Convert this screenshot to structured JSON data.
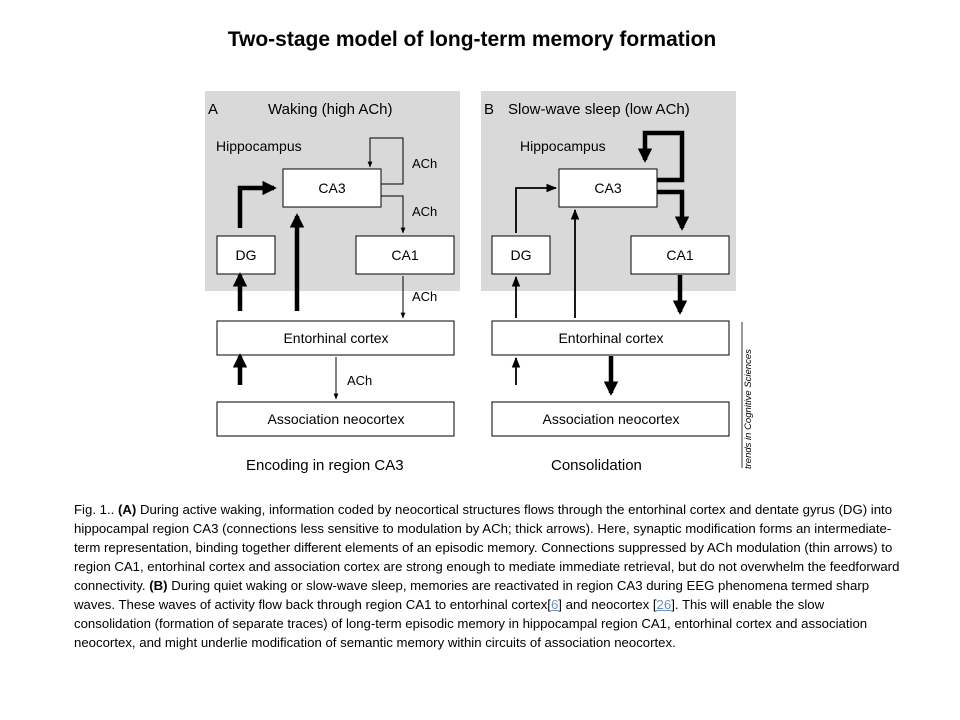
{
  "title": "Two-stage model of long-term memory formation",
  "figure": {
    "panelA": {
      "letter": "A",
      "heading": "Waking (high ACh)",
      "region": "Hippocampus",
      "ca3": "CA3",
      "dg": "DG",
      "ca1": "CA1",
      "ach1": "ACh",
      "ach2": "ACh",
      "ach3": "ACh",
      "ach4": "ACh",
      "entorhinal": "Entorhinal cortex",
      "association": "Association neocortex",
      "footer": "Encoding in region CA3"
    },
    "panelB": {
      "letter": "B",
      "heading": "Slow-wave sleep (low ACh)",
      "region": "Hippocampus",
      "ca3": "CA3",
      "dg": "DG",
      "ca1": "CA1",
      "entorhinal": "Entorhinal cortex",
      "association": "Association neocortex",
      "footer": "Consolidation"
    },
    "credit": "trends in Cognitive Sciences"
  },
  "caption": {
    "fig_label": "Fig. 1.",
    "sep": ". ",
    "a_label": "(A)",
    "a_text": " During active waking, information coded by neocortical structures flows through the entorhinal cortex and dentate gyrus (DG) into hippocampal region CA3 (connections less sensitive to modulation by ACh; thick arrows). Here, synaptic modification forms an intermediate-term representation, binding together different elements of an episodic memory. Connections suppressed by ACh modulation (thin arrows) to region CA1, entorhinal cortex and association cortex are strong enough to mediate immediate retrieval, but do not overwhelm the feedforward connectivity. ",
    "b_label": "(B)",
    "b_text1": " During quiet waking or slow-wave sleep, memories are reactivated in region CA3 during EEG phenomena termed sharp waves. These waves of activity flow back through region CA1 to entorhinal cortex[",
    "ref1": "6",
    "b_text2": "] and neocortex [",
    "ref2": "26",
    "b_text3": "]. This will enable the slow consolidation (formation of separate traces) of long-term episodic memory in hippocampal region CA1, entorhinal cortex and association neocortex, and might underlie modification of semantic memory within circuits of association neocortex."
  }
}
